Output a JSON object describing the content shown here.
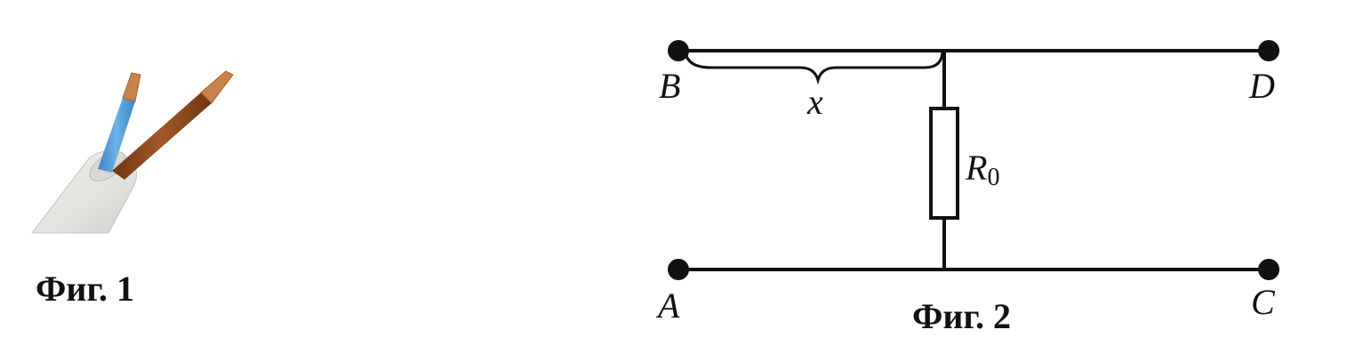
{
  "figure1": {
    "caption": "Фиг. 1",
    "picture": "two-core-cable-photo",
    "colors": {
      "jacket": "#e4e4e2",
      "blue_core": "#4f9ad6",
      "brown_core": "#8a4a1e",
      "copper": "#c9824a"
    }
  },
  "figure2": {
    "caption": "Фиг. 2",
    "terminals": {
      "top_left": "B",
      "top_right": "D",
      "bottom_left": "A",
      "bottom_right": "C"
    },
    "distance_label": "x",
    "resistor": {
      "symbol": "R",
      "subscript": "0"
    }
  }
}
